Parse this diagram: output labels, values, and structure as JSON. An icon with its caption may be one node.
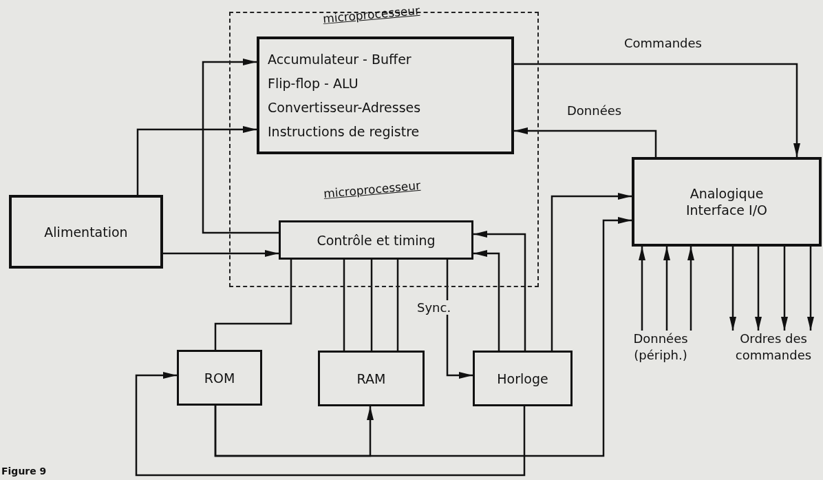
{
  "diagram": {
    "caption": "Figure 9",
    "nodes": [
      {
        "text": [],
        "shape": "box"
      },
      {
        "text": [
          "microprocesseur",
          "Accumulateur - Buffer",
          "Flip-flop - ALU",
          "Convertisseur-Adresses",
          "Instructions de registre"
        ],
        "in": 0
      },
      {
        "text": [
          "microprocesseur",
          "Contrôle et timing"
        ],
        "in": 0
      },
      {
        "text": [
          "Alimentation"
        ]
      },
      {
        "text": [
          "ROM"
        ]
      },
      {
        "text": [
          "RAM"
        ]
      },
      {
        "text": [
          "Horloge"
        ]
      },
      {
        "text": [
          "Analogique Interface I/O"
        ]
      },
      {
        "text": [
          "Données (périph.)"
        ]
      },
      {
        "text": [
          "Ordres des commandes"
        ]
      }
    ],
    "edges": [
      {
        "from": 3,
        "to": 1,
        "arrow": "to"
      },
      {
        "from": 3,
        "to": 2,
        "arrow": "to"
      },
      {
        "from": 2,
        "to": 1,
        "arrow": "to"
      },
      {
        "from": 1,
        "to": 7,
        "arrow": "to",
        "label": "Commandes"
      },
      {
        "from": 7,
        "to": 1,
        "arrow": "to",
        "label": "Données"
      },
      {
        "from": 2,
        "to": 4,
        "arrow": "none"
      },
      {
        "from": 2,
        "to": 5,
        "arrow": "none"
      },
      {
        "from": 2,
        "to": 5,
        "arrow": "none"
      },
      {
        "from": 2,
        "to": 5,
        "arrow": "none"
      },
      {
        "from": 2,
        "to": 6,
        "arrow": "to",
        "label": "Sync."
      },
      {
        "from": 6,
        "to": 2,
        "arrow": "to"
      },
      {
        "from": 6,
        "to": 2,
        "arrow": "to"
      },
      {
        "from": 6,
        "to": 7,
        "arrow": "to"
      },
      {
        "from": 4,
        "to": 5,
        "arrow": "to"
      },
      {
        "from": 4,
        "to": 7,
        "arrow": "to"
      },
      {
        "from": 6,
        "to": 4,
        "arrow": "to"
      },
      {
        "from": 8,
        "to": 7,
        "arrow": "to"
      },
      {
        "from": 8,
        "to": 7,
        "arrow": "to"
      },
      {
        "from": 8,
        "to": 7,
        "arrow": "to"
      },
      {
        "from": 7,
        "to": 9,
        "arrow": "to"
      },
      {
        "from": 7,
        "to": 9,
        "arrow": "to"
      },
      {
        "from": 7,
        "to": 9,
        "arrow": "to"
      },
      {
        "from": 7,
        "to": 9,
        "arrow": "to"
      }
    ]
  }
}
